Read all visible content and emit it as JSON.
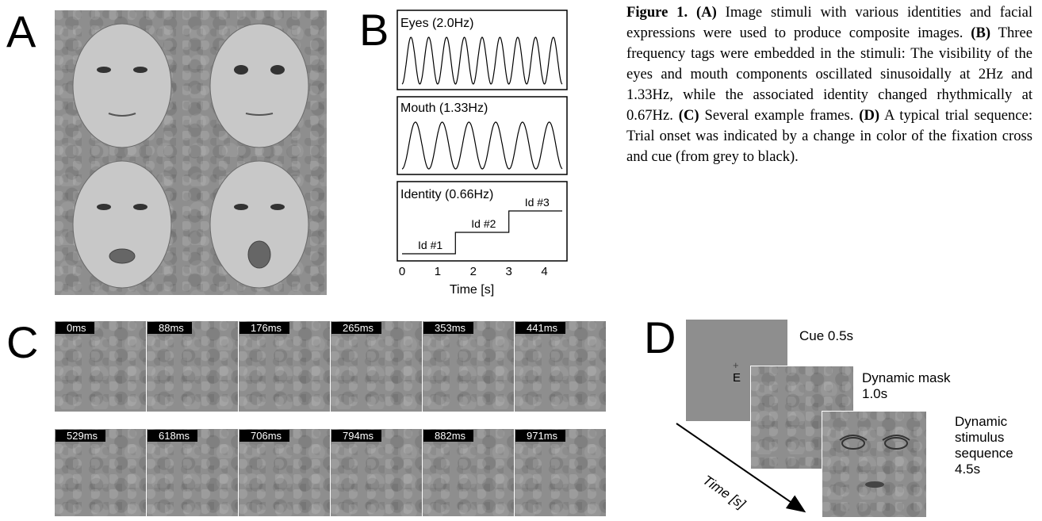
{
  "panels": {
    "a": "A",
    "b": "B",
    "c": "C",
    "d": "D"
  },
  "caption": {
    "figure": "Figure 1.",
    "parts": [
      {
        "tag": "(A)",
        "text": " Image stimuli with various identities and facial expressions were used to produce composite images. "
      },
      {
        "tag": "(B)",
        "text": " Three frequency tags were embedded in the stimuli: The visibility of the eyes and mouth components oscillated sinusoidally at 2Hz and 1.33Hz, while the associated identity changed rhythmically at 0.67Hz. "
      },
      {
        "tag": "(C)",
        "text": " Several example frames. "
      },
      {
        "tag": "(D)",
        "text": " A typical trial sequence: Trial onset was indicated by a change in color of the fixation cross and cue (from grey to black)."
      }
    ]
  },
  "chart_data": [
    {
      "type": "line",
      "title": "Eyes (2.0Hz)",
      "frequency_hz": 2.0,
      "x_range": [
        0,
        4.5
      ],
      "y_range": [
        0,
        1
      ]
    },
    {
      "type": "line",
      "title": "Mouth (1.33Hz)",
      "frequency_hz": 1.33,
      "x_range": [
        0,
        4.5
      ],
      "y_range": [
        0,
        1
      ]
    },
    {
      "type": "line",
      "title": "Identity (0.66Hz)",
      "xlabel": "Time [s]",
      "x_ticks": [
        "0",
        "1",
        "2",
        "3",
        "4"
      ],
      "x_range": [
        0,
        4.5
      ],
      "steps": [
        {
          "label": "Id #1",
          "start": 0,
          "end": 1.5,
          "level": 1
        },
        {
          "label": "Id #2",
          "start": 1.5,
          "end": 3.0,
          "level": 2
        },
        {
          "label": "Id #3",
          "start": 3.0,
          "end": 4.5,
          "level": 3
        }
      ]
    }
  ],
  "frames": {
    "row1": [
      "0ms",
      "88ms",
      "176ms",
      "265ms",
      "353ms",
      "441ms"
    ],
    "row2": [
      "529ms",
      "618ms",
      "706ms",
      "794ms",
      "882ms",
      "971ms"
    ]
  },
  "trial": {
    "cue": "Cue 0.5s",
    "fixation": "+",
    "cue_letter": "E",
    "mask": "Dynamic mask\n1.0s",
    "stimulus": "Dynamic\nstimulus\nsequence 4.5s",
    "time_axis": "Time [s]"
  }
}
